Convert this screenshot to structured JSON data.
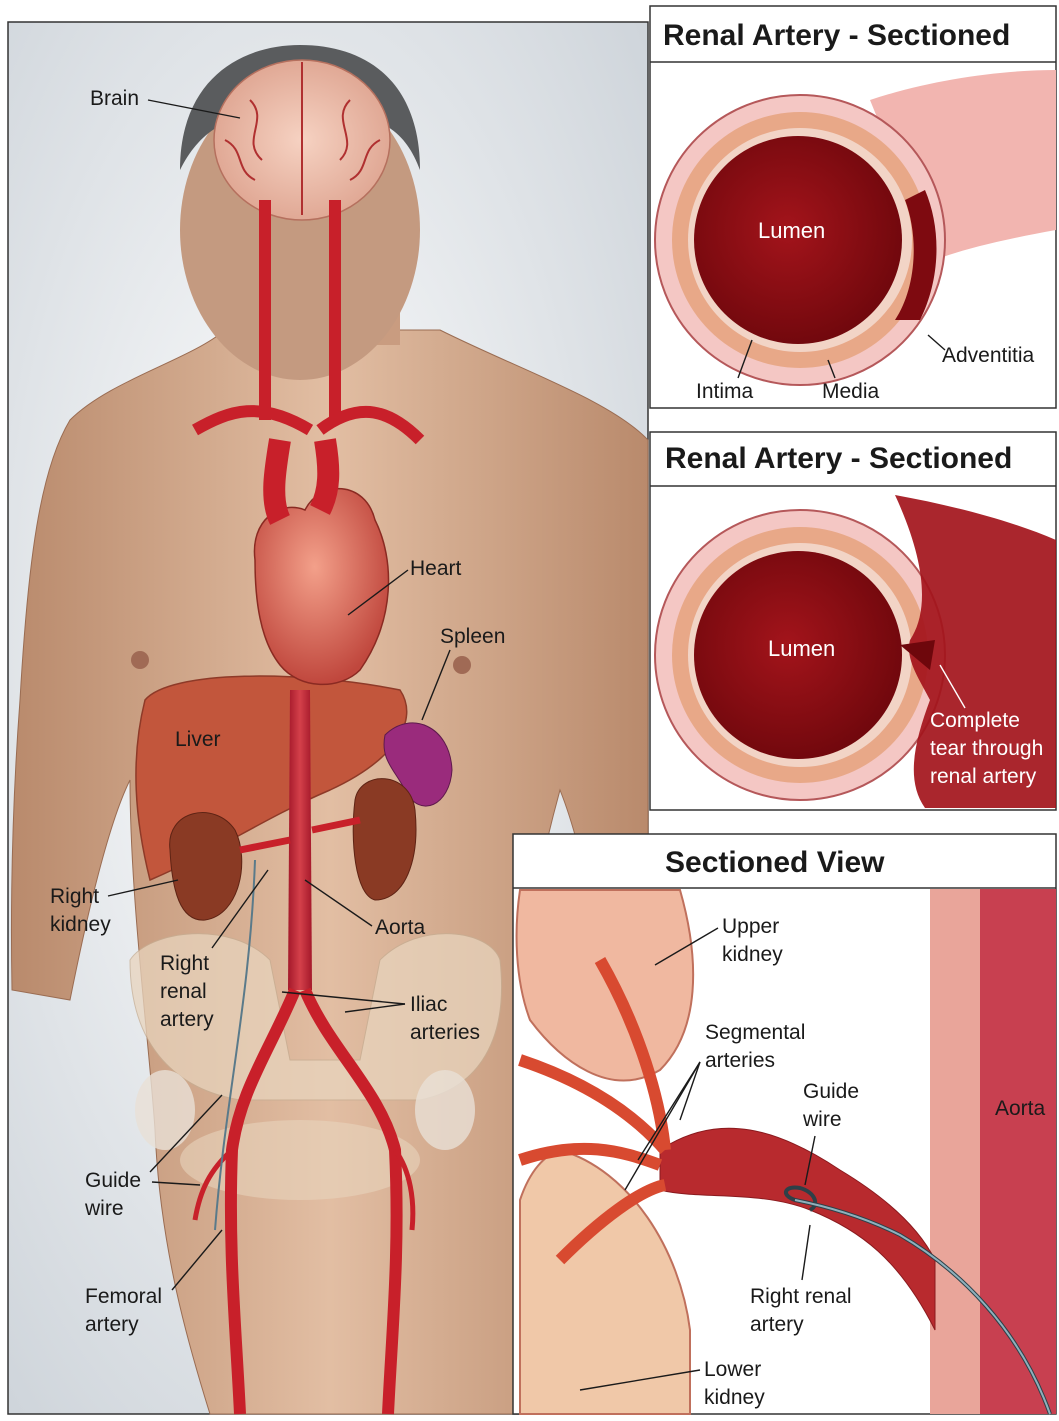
{
  "panels": {
    "cross_section_normal": {
      "title": "Renal Artery - Sectioned",
      "labels": {
        "lumen": "Lumen",
        "intima": "Intima",
        "media": "Media",
        "adventitia": "Adventitia"
      }
    },
    "cross_section_tear": {
      "title": "Renal Artery - Sectioned",
      "labels": {
        "lumen": "Lumen",
        "tear_1": "Complete",
        "tear_2": "tear through",
        "tear_3": "renal artery"
      }
    },
    "sectioned_view": {
      "title": "Sectioned View",
      "labels": {
        "upper_kidney_1": "Upper",
        "upper_kidney_2": "kidney",
        "segmental_1": "Segmental",
        "segmental_2": "arteries",
        "guide_wire_1": "Guide",
        "guide_wire_2": "wire",
        "aorta": "Aorta",
        "right_renal_1": "Right renal",
        "right_renal_2": "artery",
        "lower_kidney_1": "Lower",
        "lower_kidney_2": "kidney"
      }
    }
  },
  "body": {
    "labels": {
      "brain": "Brain",
      "heart": "Heart",
      "spleen": "Spleen",
      "liver": "Liver",
      "right_kidney_1": "Right",
      "right_kidney_2": "kidney",
      "aorta": "Aorta",
      "right_renal_1": "Right",
      "right_renal_2": "renal",
      "right_renal_3": "artery",
      "iliac_1": "Iliac",
      "iliac_2": "arteries",
      "guide_wire_1": "Guide",
      "guide_wire_2": "wire",
      "femoral_1": "Femoral",
      "femoral_2": "artery"
    }
  },
  "colors": {
    "skin": "#d8b296",
    "artery": "#c8202a",
    "lumen": "#8e0d12",
    "vessel_wall": "#e8a888",
    "intima": "#f4c7c4",
    "kidney": "#8a3a24",
    "liver": "#c2563c",
    "spleen": "#9a2b7c",
    "background": "#e9ecef"
  }
}
